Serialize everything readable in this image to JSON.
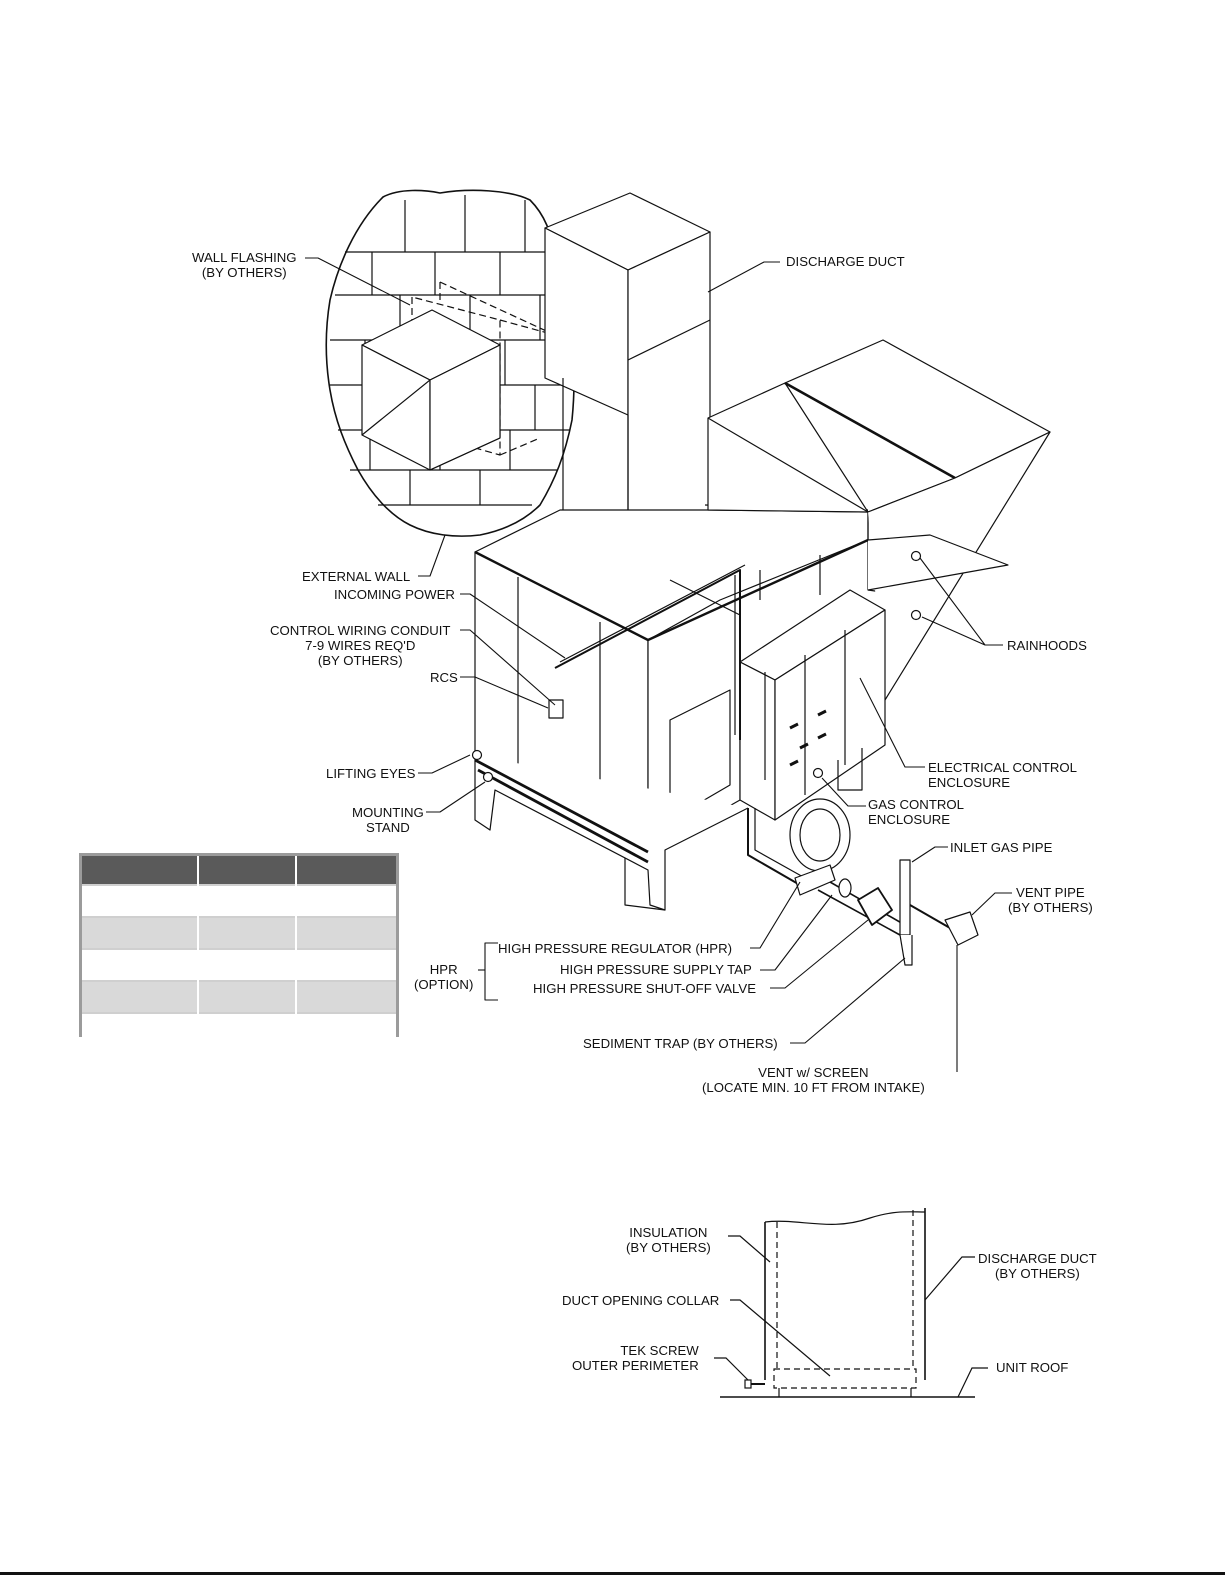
{
  "main_diagram": {
    "labels": {
      "wall_flashing": [
        "WALL FLASHING",
        "(BY OTHERS)"
      ],
      "discharge_duct": [
        "DISCHARGE DUCT"
      ],
      "external_wall": [
        "EXTERNAL WALL"
      ],
      "incoming_power": [
        "INCOMING POWER"
      ],
      "control_wiring_conduit": [
        "CONTROL WIRING CONDUIT",
        "7-9 WIRES REQ'D",
        "(BY OTHERS)"
      ],
      "rcs": [
        "RCS"
      ],
      "lifting_eyes": [
        "LIFTING EYES"
      ],
      "mounting_stand": [
        "MOUNTING",
        "STAND"
      ],
      "rainhoods": [
        "RAINHOODS"
      ],
      "electrical_control_enclosure": [
        "ELECTRICAL CONTROL",
        "ENCLOSURE"
      ],
      "gas_control_enclosure": [
        "GAS CONTROL",
        "ENCLOSURE"
      ],
      "inlet_gas_pipe": [
        "INLET GAS PIPE"
      ],
      "vent_pipe": [
        "VENT PIPE",
        "(BY OTHERS)"
      ],
      "hpr_option": [
        "HPR",
        "(OPTION)"
      ],
      "high_pressure_regulator": [
        "HIGH PRESSURE REGULATOR (HPR)"
      ],
      "high_pressure_supply_tap": [
        "HIGH PRESSURE SUPPLY TAP"
      ],
      "high_pressure_shutoff_valve": [
        "HIGH PRESSURE SHUT-OFF VALVE"
      ],
      "sediment_trap": [
        "SEDIMENT TRAP (BY OTHERS)"
      ],
      "vent_with_screen": [
        "VENT w/ SCREEN",
        "(LOCATE MIN. 10 FT FROM INTAKE)"
      ]
    }
  },
  "detail_diagram": {
    "labels": {
      "insulation": [
        "INSULATION",
        "(BY OTHERS)"
      ],
      "discharge_duct": [
        "DISCHARGE DUCT",
        "(BY OTHERS)"
      ],
      "duct_opening_collar": [
        "DUCT OPENING COLLAR"
      ],
      "tek_screw": [
        "TEK SCREW",
        "OUTER PERIMETER"
      ],
      "unit_roof": [
        "UNIT ROOF"
      ]
    }
  },
  "spec_table": {
    "header": [
      "",
      "",
      ""
    ],
    "rows": [
      [
        "",
        "",
        ""
      ],
      [
        "",
        "",
        ""
      ],
      [
        "",
        "",
        ""
      ],
      [
        "",
        "",
        ""
      ],
      [
        "",
        "",
        ""
      ]
    ]
  }
}
